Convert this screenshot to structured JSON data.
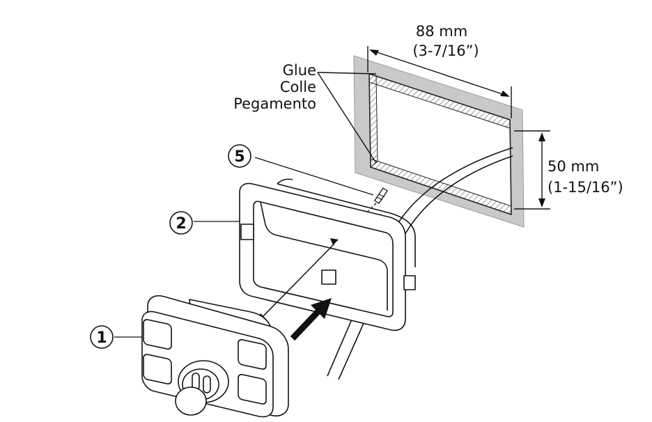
{
  "callouts": {
    "glue_en": "Glue",
    "glue_fr": "Colle",
    "glue_es": "Pegamento",
    "part_1": "1",
    "part_2": "2",
    "part_5": "5"
  },
  "dimensions": {
    "width_metric": "88 mm",
    "width_imperial": "(3-7/16”)",
    "height_metric": "50 mm",
    "height_imperial": "(1-15/16”)"
  }
}
